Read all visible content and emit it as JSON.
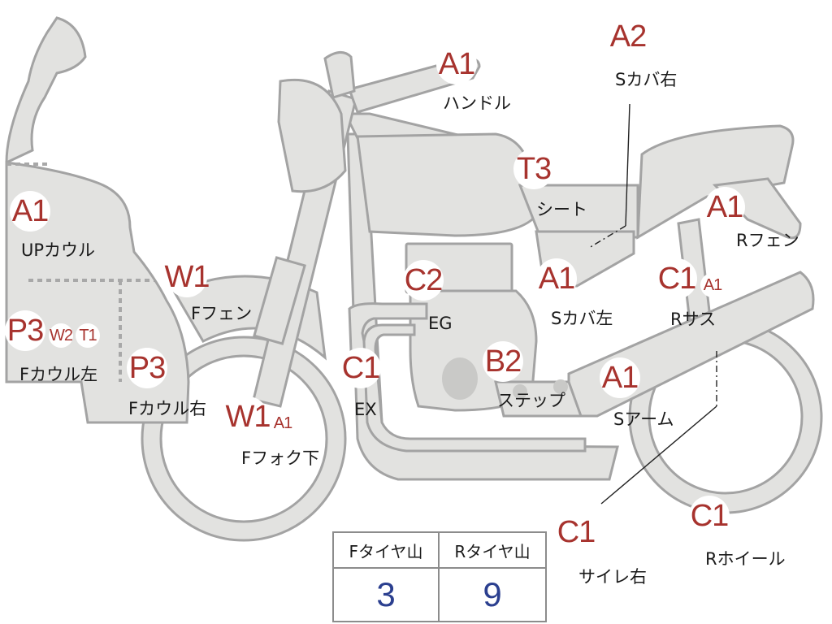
{
  "colors": {
    "badge_text": "#a7332e",
    "label_text": "#1a1a1a",
    "body_fill": "#e2e2e0",
    "outline": "#a3a3a3",
    "table_value": "#2b3f8f"
  },
  "parts": [
    {
      "id": "handle",
      "badges": [
        {
          "code": "A1"
        }
      ],
      "label": "ハンドル"
    },
    {
      "id": "side-cover-right",
      "badges": [
        {
          "code": "A2"
        }
      ],
      "label": "Sカバ右"
    },
    {
      "id": "up-cowl",
      "badges": [
        {
          "code": "A1"
        }
      ],
      "label": "UPカウル"
    },
    {
      "id": "seat",
      "badges": [
        {
          "code": "T3"
        }
      ],
      "label": "シート"
    },
    {
      "id": "rear-fender",
      "badges": [
        {
          "code": "A1"
        }
      ],
      "label": "Rフェン"
    },
    {
      "id": "front-fender",
      "badges": [
        {
          "code": "W1"
        }
      ],
      "label": "Fフェン"
    },
    {
      "id": "engine",
      "badges": [
        {
          "code": "C2"
        }
      ],
      "label": "EG"
    },
    {
      "id": "side-cover-left",
      "badges": [
        {
          "code": "A1"
        }
      ],
      "label": "Sカバ左"
    },
    {
      "id": "rear-suspension",
      "badges": [
        {
          "code": "C1"
        },
        {
          "code": "A1"
        }
      ],
      "label": "Rサス"
    },
    {
      "id": "front-cowl-left",
      "badges": [
        {
          "code": "P3"
        },
        {
          "code": "W2"
        },
        {
          "code": "T1"
        }
      ],
      "label": "Fカウル左"
    },
    {
      "id": "front-cowl-right",
      "badges": [
        {
          "code": "P3"
        }
      ],
      "label": "Fカウル右"
    },
    {
      "id": "exhaust",
      "badges": [
        {
          "code": "C1"
        }
      ],
      "label": "EX"
    },
    {
      "id": "step",
      "badges": [
        {
          "code": "B2"
        }
      ],
      "label": "ステップ"
    },
    {
      "id": "swing-arm",
      "badges": [
        {
          "code": "A1"
        }
      ],
      "label": "Sアーム"
    },
    {
      "id": "front-fork-lower",
      "badges": [
        {
          "code": "W1"
        },
        {
          "code": "A1"
        }
      ],
      "label": "Fフォク下"
    },
    {
      "id": "silencer-right",
      "badges": [
        {
          "code": "C1"
        }
      ],
      "label": "サイレ右"
    },
    {
      "id": "rear-wheel",
      "badges": [
        {
          "code": "C1"
        }
      ],
      "label": "Rホイール"
    }
  ],
  "tire_table": {
    "headers": [
      "Fタイヤ山",
      "Rタイヤ山"
    ],
    "values": [
      "3",
      "9"
    ]
  }
}
